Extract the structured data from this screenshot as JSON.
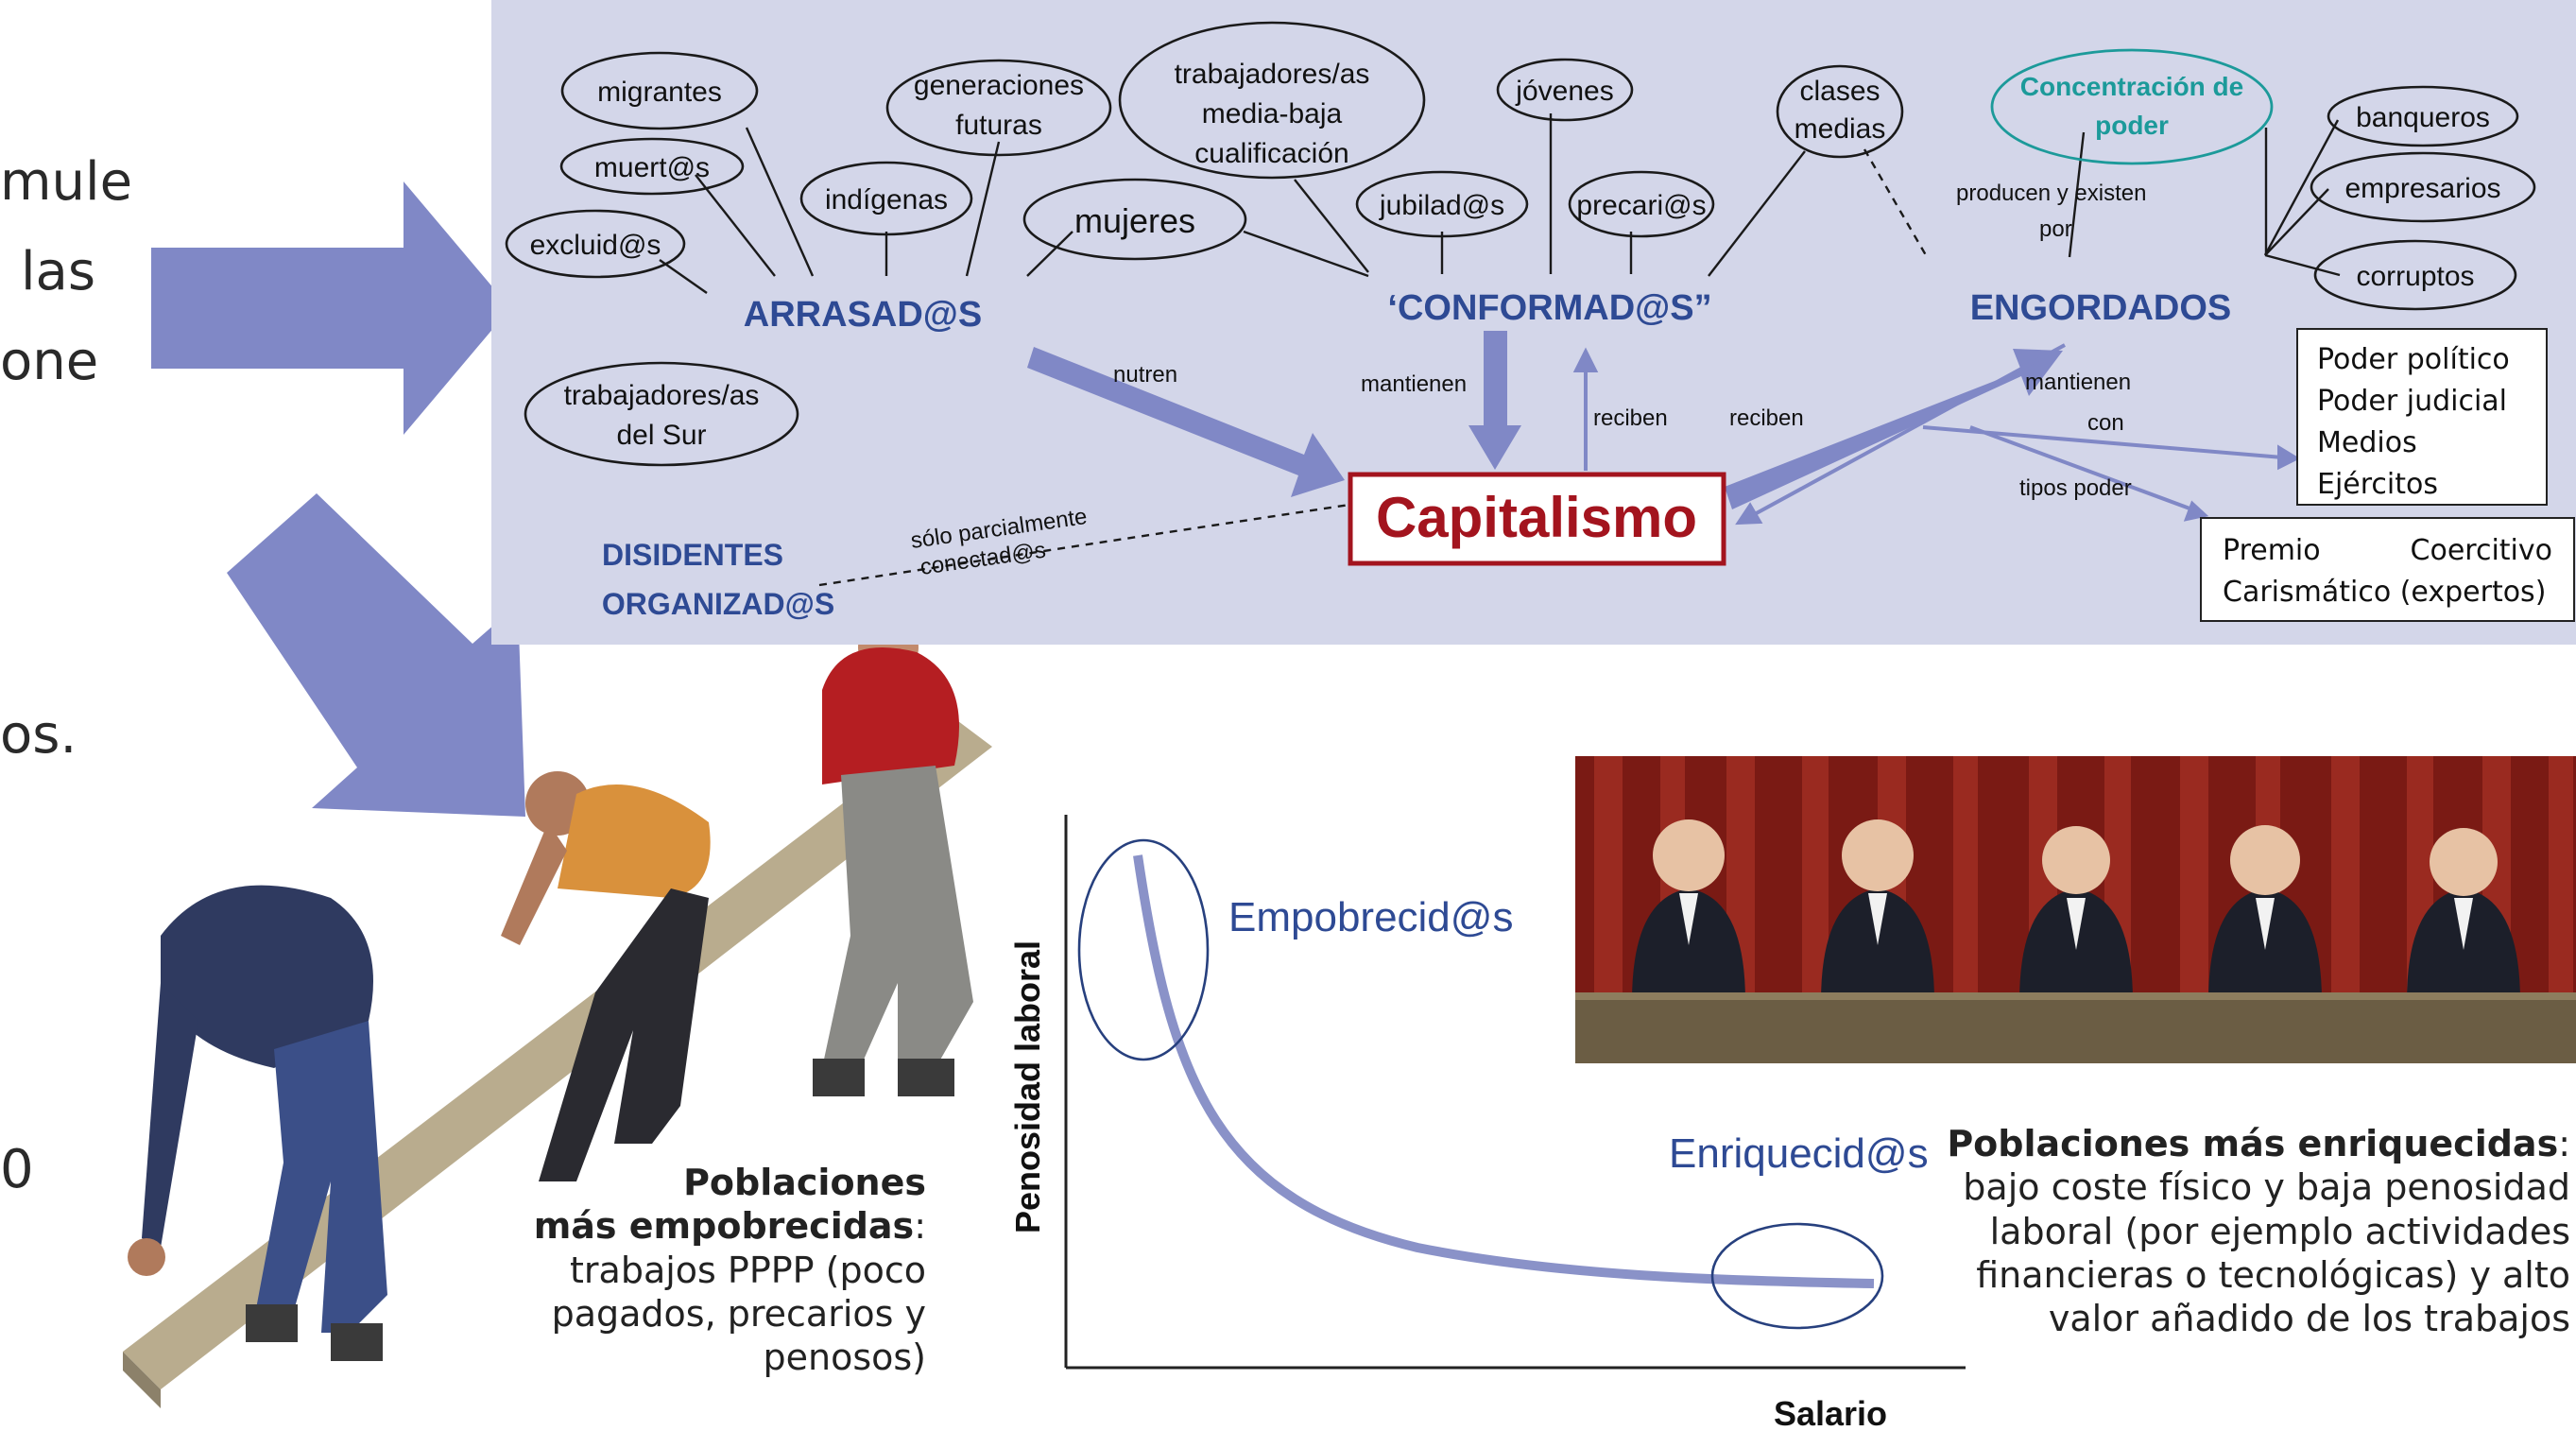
{
  "left_fragments": [
    "mule",
    "las",
    "one",
    "os.",
    "0"
  ],
  "diagram": {
    "groups": {
      "arrasados": "ARRASAD@S",
      "conformados": "‘CONFORMAD@S”",
      "engordados": "ENGORDADOS",
      "disidentes_line1": "DISIDENTES",
      "disidentes_line2": "ORGANIZAD@S",
      "capitalismo": "Capitalismo"
    },
    "bubbles": {
      "migrantes": "migrantes",
      "muertos": "muert@s",
      "excluidos": "excluid@s",
      "indigenas": "indígenas",
      "generaciones_l1": "generaciones",
      "generaciones_l2": "futuras",
      "trabajadores_sur_l1": "trabajadores/as",
      "trabajadores_sur_l2": "del Sur",
      "mujeres": "mujeres",
      "trabajadores_media_l1": "trabajadores/as",
      "trabajadores_media_l2": "media-baja",
      "trabajadores_media_l3": "cualificación",
      "jubilados": "jubilad@s",
      "jovenes": "jóvenes",
      "precarios": "precari@s",
      "clases_l1": "clases",
      "clases_l2": "medias",
      "concentracion_l1": "Concentración de",
      "concentracion_l2": "poder",
      "banqueros": "banqueros",
      "empresarios": "empresarios",
      "corruptos": "corruptos"
    },
    "edge_labels": {
      "nutren": "nutren",
      "mantienen": "mantienen",
      "reciben_1": "reciben",
      "reciben_2": "reciben",
      "mantienen_con_l1": "mantienen",
      "mantienen_con_l2": "con",
      "tipos_poder": "tipos poder",
      "producen_l1": "producen y existen",
      "producen_l2": "por",
      "parcial_l1": "sólo parcialmente",
      "parcial_l2": "conectad@s"
    },
    "poder_list": [
      "Poder político",
      "Poder judicial",
      "Medios",
      "Ejércitos"
    ],
    "tipos_list": {
      "premio": "Premio",
      "coercitivo": "Coercitivo",
      "carismatico": "Carismático (expertos)"
    }
  },
  "curve": {
    "ylabel": "Penosidad laboral",
    "xlabel": "Salario",
    "empobrecidos": "Empobrecid@s",
    "enriquecidos": "Enriquecid@s"
  },
  "captions": {
    "pobres_bold_l1": "Poblaciones",
    "pobres_bold_l2": "más empobrecidas",
    "pobres_colon": ":",
    "pobres_l3": "trabajos PPPP (poco",
    "pobres_l4": "pagados, precarios y penosos)",
    "ricos_bold": "Poblaciones más enriquecidas",
    "ricos_colon": ":",
    "ricos_l2": "bajo coste físico y baja penosidad",
    "ricos_l3": "laboral (por ejemplo actividades",
    "ricos_l4": "financieras o tecnológicas) y alto",
    "ricos_l5": "valor añadido de los trabajos"
  },
  "colors": {
    "panel_bg": "#d3d6e9",
    "arrow": "#8088c6",
    "group_blue": "#2e4a94",
    "capital_red": "#a3141e",
    "teal": "#1c9a9a",
    "curve": "#8a92c8",
    "ellipse_blue": "#27407e"
  }
}
